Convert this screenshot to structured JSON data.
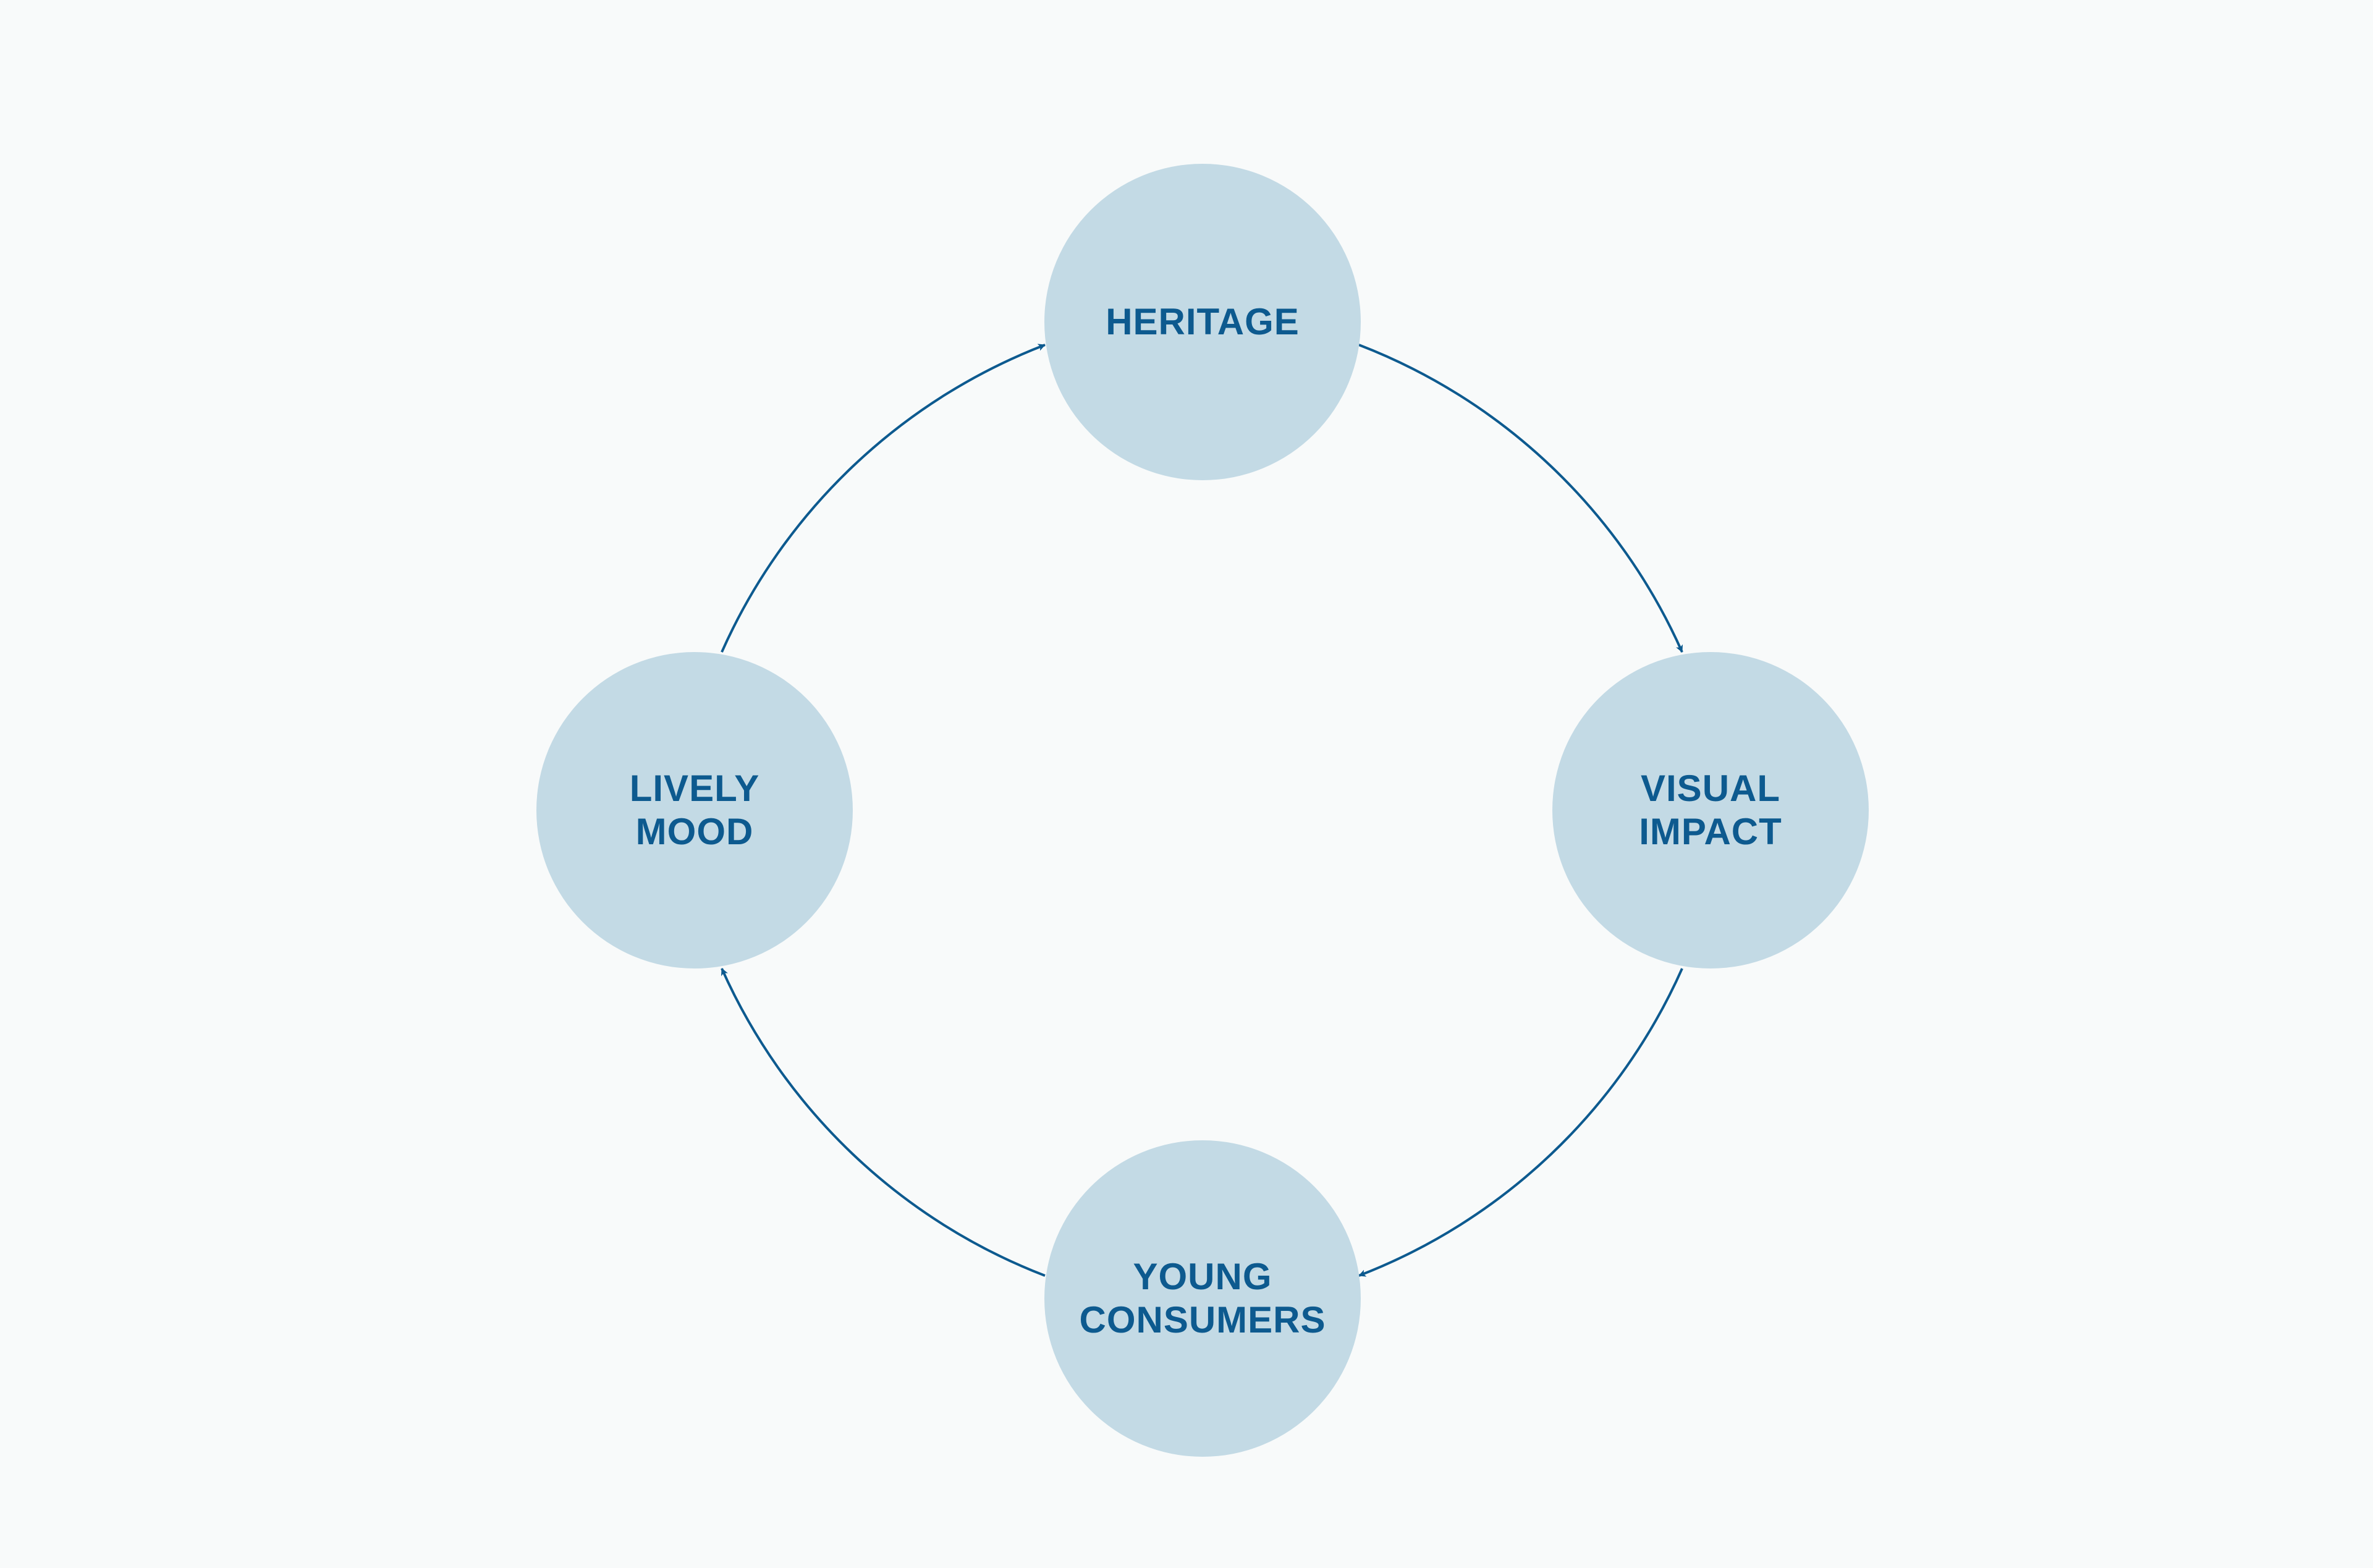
{
  "colors": {
    "background": "#f8fafa",
    "node_fill": "#c3dae5",
    "text": "#0d5a8f",
    "arrow": "#0d5a8f"
  },
  "nodes": [
    {
      "id": "heritage",
      "lines": [
        "HERITAGE"
      ]
    },
    {
      "id": "visual-impact",
      "lines": [
        "VISUAL",
        "IMPACT"
      ]
    },
    {
      "id": "young-consumers",
      "lines": [
        "YOUNG",
        "CONSUMERS"
      ]
    },
    {
      "id": "lively-mood",
      "lines": [
        "LIVELY",
        "MOOD"
      ]
    }
  ],
  "edges": [
    {
      "from": "heritage",
      "to": "visual-impact"
    },
    {
      "from": "visual-impact",
      "to": "young-consumers"
    },
    {
      "from": "young-consumers",
      "to": "lively-mood"
    },
    {
      "from": "lively-mood",
      "to": "heritage"
    }
  ]
}
